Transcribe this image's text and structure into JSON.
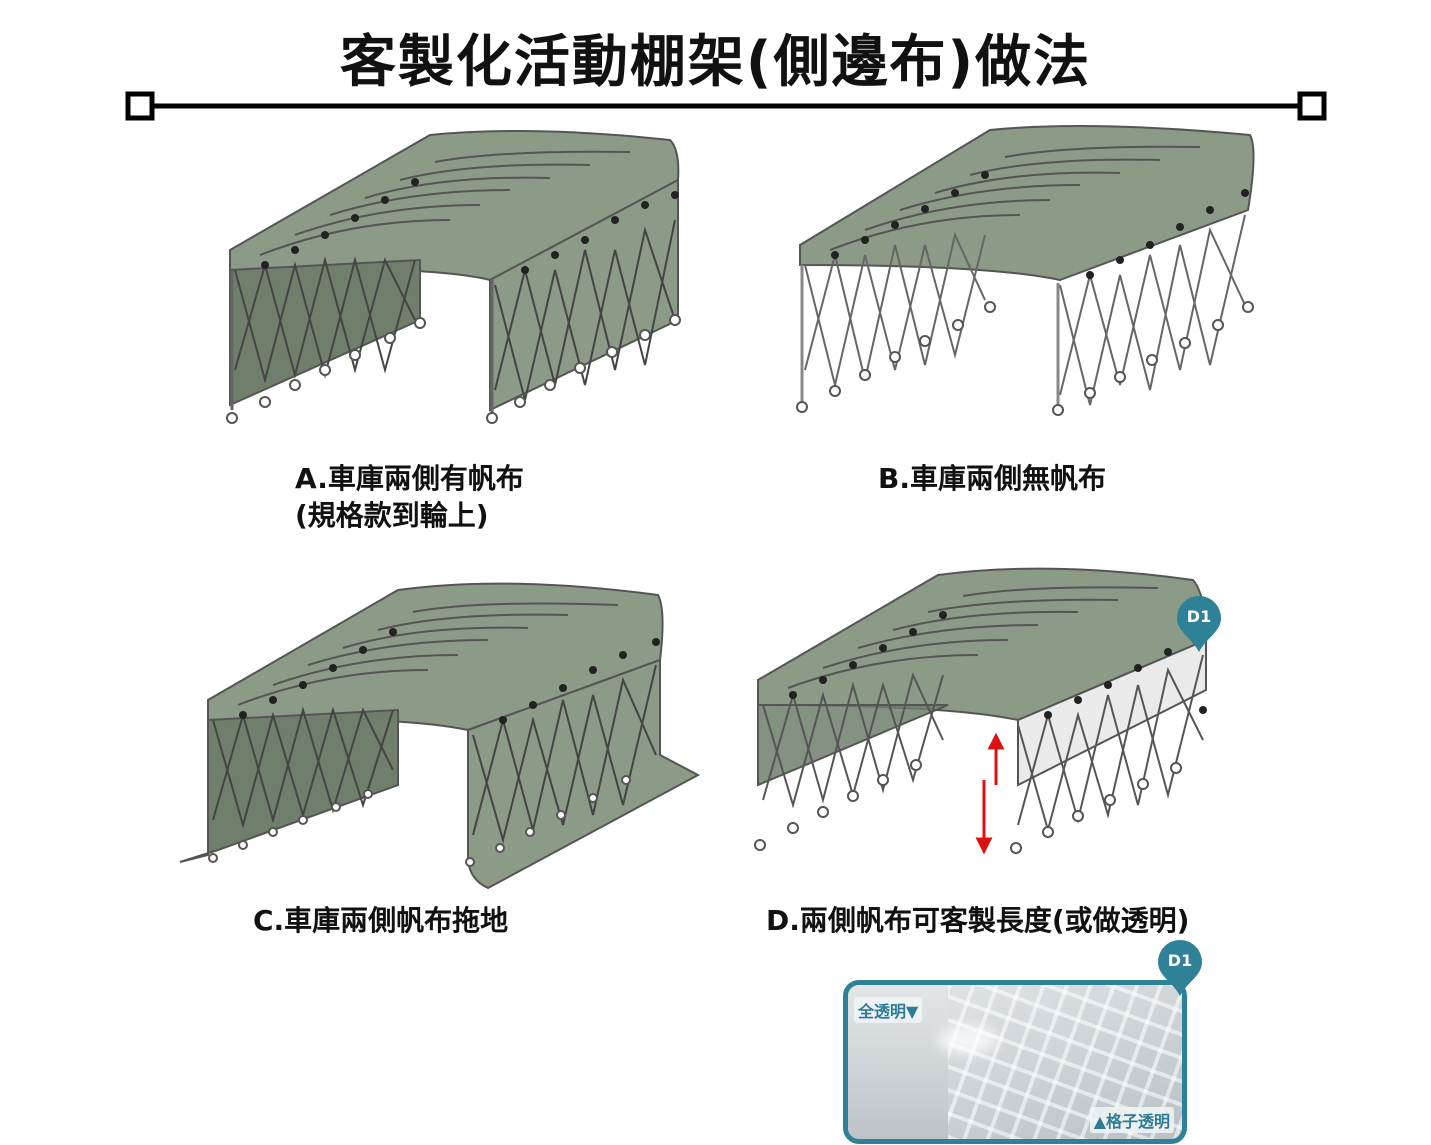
{
  "title": "客製化活動棚架(側邊布)做法",
  "panels": [
    {
      "id": "A",
      "caption_line1": "A.車庫兩側有帆布",
      "caption_line2": "(規格款到輪上)"
    },
    {
      "id": "B",
      "caption_line1": "B.車庫兩側無帆布"
    },
    {
      "id": "C",
      "caption_line1": "C.車庫兩側帆布拖地"
    },
    {
      "id": "D",
      "caption_line1": "D.兩側帆布可客製長度(或做透明)"
    }
  ],
  "callout": {
    "marker": "D1"
  },
  "inset": {
    "marker": "D1",
    "label_clear": "全透明▼",
    "label_grid": "▲格子透明"
  },
  "colors": {
    "canvas": "#8a9a86",
    "canvas_dark": "#6f7f6b",
    "frame": "#555555",
    "accent_teal": "#2e8196",
    "arrow_red": "#dd1111"
  }
}
